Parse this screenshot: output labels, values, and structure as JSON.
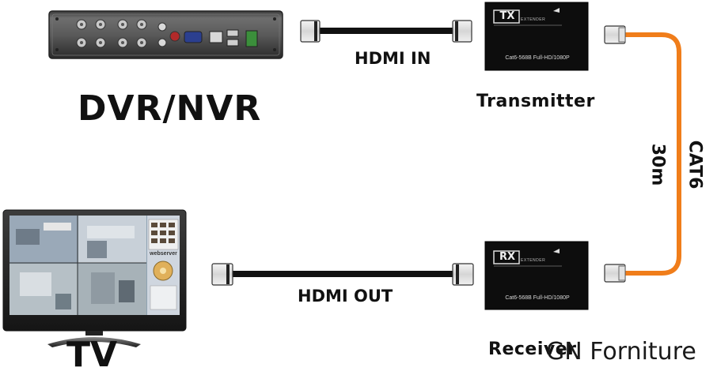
{
  "devices": {
    "dvr_label": "DVR/NVR",
    "tv_label": "TV",
    "transmitter_label": "Transmitter",
    "receiver_label": "Receiver"
  },
  "tx_box": {
    "badge": "TX",
    "badge_sub": "EXTENDER",
    "spec": "Cat6-568B  Full-HD/1080P"
  },
  "rx_box": {
    "badge": "RX",
    "badge_sub": "EXTENDER",
    "spec": "Cat6-568B  Full-HD/1080P"
  },
  "cables": {
    "hdmi_in": "HDMI IN",
    "hdmi_out": "HDMI OUT",
    "cat6": "CAT6",
    "length": "30m",
    "cat6_color": "#f07d1a"
  },
  "tv_screen": {
    "panel_title": "webserver"
  },
  "watermark": "GN Forniture"
}
